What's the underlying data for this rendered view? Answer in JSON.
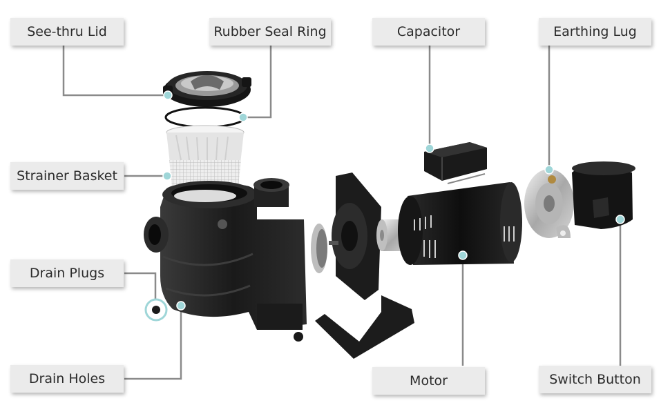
{
  "labels": {
    "see_thru_lid": "See-thru Lid",
    "rubber_seal_ring": "Rubber Seal Ring",
    "capacitor": "Capacitor",
    "earthing_lug": "Earthing Lug",
    "strainer_basket": "Strainer Basket",
    "drain_plugs": "Drain Plugs",
    "drain_holes": "Drain Holes",
    "motor": "Motor",
    "switch_button": "Switch Button"
  },
  "colors": {
    "label_bg": "#ebebeb",
    "leader_line": "#8a8a8a",
    "marker_dot": "#9fd6d8",
    "pump_body": "#1d1d1d",
    "basket": "#e2e2e2"
  }
}
